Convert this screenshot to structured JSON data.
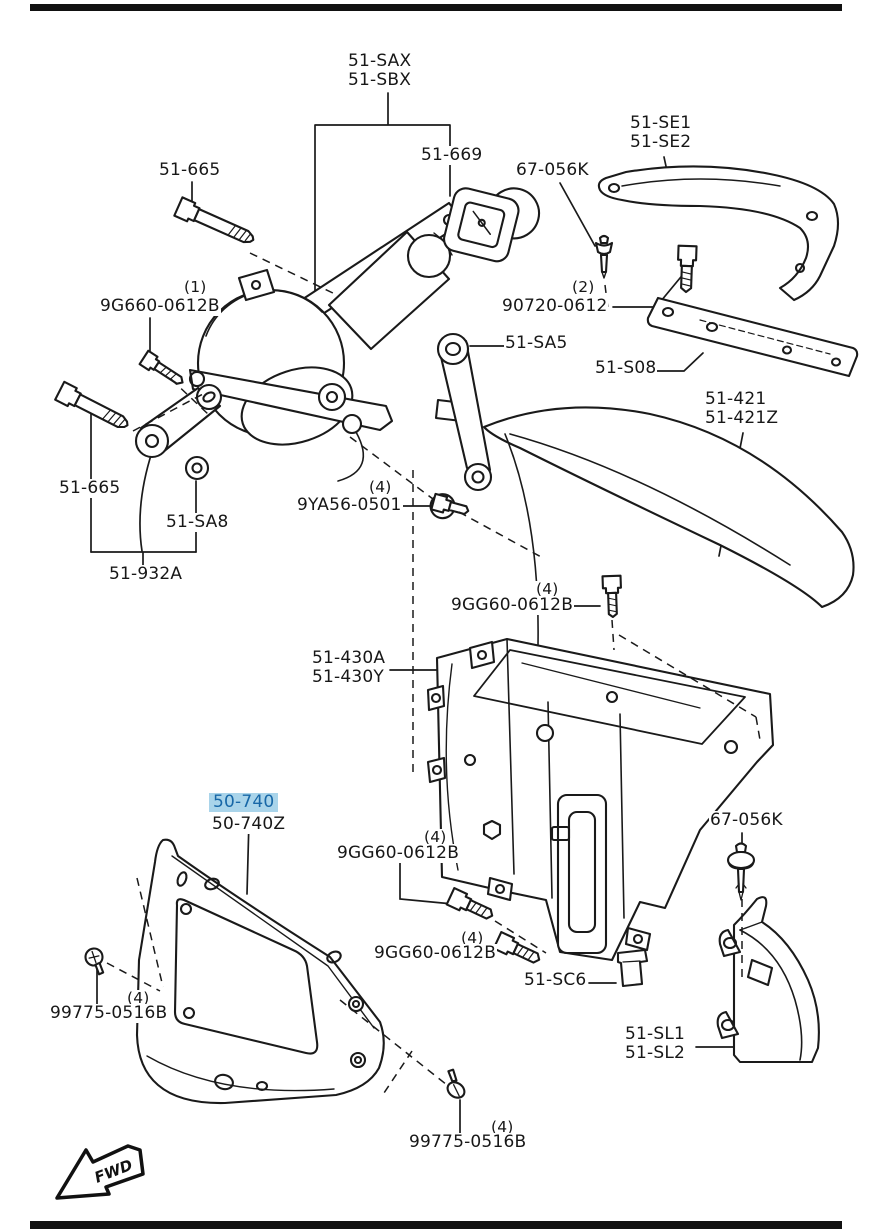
{
  "colors": {
    "line": "#1a1a1a",
    "background": "#ffffff",
    "highlight_bg": "#a9d4ea",
    "highlight_text": "#1767a7"
  },
  "callouts": {
    "sax_sbx": {
      "line1": "51-SAX",
      "line2": "51-SBX"
    },
    "p51_669": {
      "text": "51-669"
    },
    "p67_056k_top": {
      "text": "67-056K"
    },
    "se1_se2": {
      "line1": "51-SE1",
      "line2": "51-SE2"
    },
    "p51_665_top": {
      "text": "51-665"
    },
    "p9g660": {
      "qty": "(1)",
      "text": "9G660-0612B"
    },
    "p90720": {
      "qty": "(2)",
      "text": "90720-0612"
    },
    "p51_sa5": {
      "text": "51-SA5"
    },
    "p51_s08": {
      "text": "51-S08"
    },
    "p51_421": {
      "line1": "51-421",
      "line2": "51-421Z"
    },
    "p51_665_left": {
      "text": "51-665"
    },
    "p51_sa8": {
      "text": "51-SA8"
    },
    "p51_932a": {
      "text": "51-932A"
    },
    "p9ya56": {
      "qty": "(4)",
      "text": "9YA56-0501"
    },
    "p9gg60_top": {
      "qty": "(4)",
      "text": "9GG60-0612B"
    },
    "p51_430": {
      "line1": "51-430A",
      "line2": "51-430Y"
    },
    "p50_740": {
      "line1": "50-740",
      "line2": "50-740Z"
    },
    "p9gg60_mid": {
      "qty": "(4)",
      "text": "9GG60-0612B"
    },
    "p9gg60_low": {
      "qty": "(4)",
      "text": "9GG60-0612B"
    },
    "p51_sc6": {
      "text": "51-SC6"
    },
    "p67_056k_right": {
      "text": "67-056K"
    },
    "sl1_sl2": {
      "line1": "51-SL1",
      "line2": "51-SL2"
    },
    "p99775_left": {
      "qty": "(4)",
      "text": "99775-0516B"
    },
    "p99775_bottom": {
      "qty": "(4)",
      "text": "99775-0516B"
    },
    "fwd": {
      "text": "FWD"
    }
  }
}
